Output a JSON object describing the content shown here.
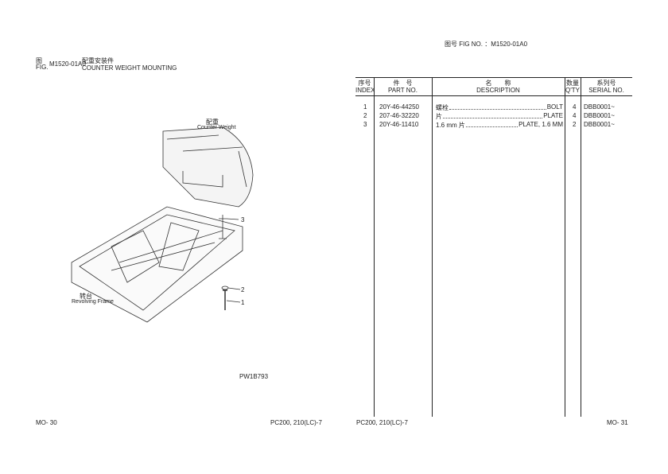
{
  "fig_no_label": "图号 FIG NO. ：M1520-01A0",
  "left_header": {
    "fig_cn": "图",
    "fig_en": "FIG.",
    "fig_code": "M1520-01A0",
    "title_cn": "配重安装件",
    "title_en": "COUNTER WEIGHT MOUNTING"
  },
  "drawing": {
    "counter_weight_cn": "配重",
    "counter_weight_en": "Counter Weight",
    "frame_cn": "转台",
    "frame_en": "Revolving Frame",
    "callouts": [
      "1",
      "2",
      "3"
    ],
    "drawing_code": "PW1B793"
  },
  "table": {
    "headers": [
      {
        "cn": "序号",
        "en": "INDEX"
      },
      {
        "cn": "件　号",
        "en": "PART NO."
      },
      {
        "cn": "名　　称",
        "en": "DESCRIPTION"
      },
      {
        "cn": "数量",
        "en": "Q'TY"
      },
      {
        "cn": "系列号",
        "en": "SERIAL NO."
      }
    ],
    "rows": [
      {
        "index": "1",
        "part_no": "20Y-46-44250",
        "desc_cn": "螺栓",
        "desc_en": "BOLT",
        "qty": "4",
        "serial": "DBB0001~"
      },
      {
        "index": "2",
        "part_no": "207-46-32220",
        "desc_cn": "片",
        "desc_en": "PLATE",
        "qty": "4",
        "serial": "DBB0001~"
      },
      {
        "index": "3",
        "part_no": "20Y-46-11410",
        "desc_cn": "1.6 mm 片",
        "desc_en": "PLATE, 1.6 MM",
        "qty": "2",
        "serial": "DBB0001~"
      }
    ]
  },
  "footer": {
    "left_page": "MO- 30",
    "left_model": "PC200, 210(LC)-7",
    "right_model": "PC200, 210(LC)-7",
    "right_page": "MO- 31"
  }
}
